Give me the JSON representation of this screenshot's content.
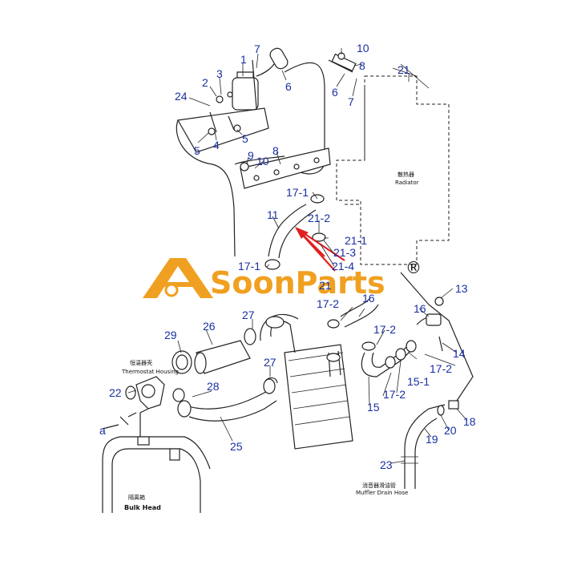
{
  "colors": {
    "label": "#1a2fa0",
    "logo": "#f0a020",
    "arrow": "#e02020",
    "line": "#222222"
  },
  "brand": {
    "name": "SoonParts",
    "registered": "®"
  },
  "captions": {
    "radiator_cn": "散热器",
    "radiator_en": "Radiator",
    "thermostat_cn": "恒温器壳",
    "thermostat_en": "Thermostat Housing",
    "bulkhead_cn": "隔离箱",
    "bulkhead_en": "Bulk Head",
    "muffler_cn": "消音器滑油管",
    "muffler_en": "Muffler Drain Hose",
    "view_marker": "a"
  },
  "labels": [
    {
      "id": "1",
      "text": "1"
    },
    {
      "id": "2",
      "text": "2"
    },
    {
      "id": "3",
      "text": "3"
    },
    {
      "id": "4",
      "text": "4"
    },
    {
      "id": "5a",
      "text": "5"
    },
    {
      "id": "5b",
      "text": "5"
    },
    {
      "id": "6a",
      "text": "6"
    },
    {
      "id": "6b",
      "text": "6"
    },
    {
      "id": "7a",
      "text": "7"
    },
    {
      "id": "7b",
      "text": "7"
    },
    {
      "id": "8a",
      "text": "8"
    },
    {
      "id": "8b",
      "text": "8"
    },
    {
      "id": "9",
      "text": "9"
    },
    {
      "id": "10a",
      "text": "10"
    },
    {
      "id": "10b",
      "text": "10"
    },
    {
      "id": "11",
      "text": "11"
    },
    {
      "id": "13",
      "text": "13"
    },
    {
      "id": "14",
      "text": "14"
    },
    {
      "id": "15a",
      "text": "15"
    },
    {
      "id": "15-1",
      "text": "15-1"
    },
    {
      "id": "16a",
      "text": "16"
    },
    {
      "id": "16b",
      "text": "16"
    },
    {
      "id": "17-1a",
      "text": "17-1"
    },
    {
      "id": "17-1b",
      "text": "17-1"
    },
    {
      "id": "17-2a",
      "text": "17-2"
    },
    {
      "id": "17-2b",
      "text": "17-2"
    },
    {
      "id": "17-2c",
      "text": "17-2"
    },
    {
      "id": "17-2d",
      "text": "17-2"
    },
    {
      "id": "18",
      "text": "18"
    },
    {
      "id": "19",
      "text": "19"
    },
    {
      "id": "20",
      "text": "20"
    },
    {
      "id": "21",
      "text": "21"
    },
    {
      "id": "21-1",
      "text": "21-1"
    },
    {
      "id": "21-2",
      "text": "21-2"
    },
    {
      "id": "21-3",
      "text": "21-3"
    },
    {
      "id": "21-4",
      "text": "21-4"
    },
    {
      "id": "21b",
      "text": "21"
    },
    {
      "id": "22",
      "text": "22"
    },
    {
      "id": "23",
      "text": "23"
    },
    {
      "id": "24",
      "text": "24"
    },
    {
      "id": "25",
      "text": "25"
    },
    {
      "id": "26",
      "text": "26"
    },
    {
      "id": "27a",
      "text": "27"
    },
    {
      "id": "27b",
      "text": "27"
    },
    {
      "id": "28",
      "text": "28"
    },
    {
      "id": "29",
      "text": "29"
    }
  ]
}
